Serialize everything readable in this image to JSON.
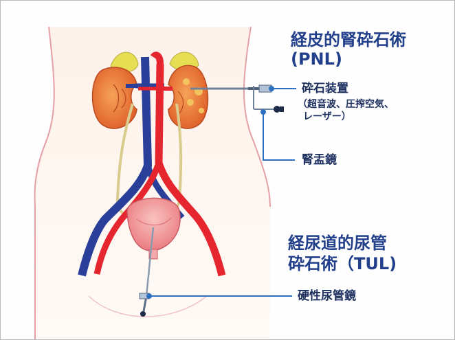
{
  "pnl": {
    "title": "経皮的腎砕石術",
    "abbr": "(PNL)",
    "device_label": "砕石装置",
    "device_types_line1": "（超音波、圧搾空気、",
    "device_types_line2": "レーザー）",
    "scope_label": "腎盂鏡"
  },
  "tul": {
    "title_line1": "経尿道的尿管",
    "title_line2": "砕石術（TUL)",
    "scope_label": "硬性尿管鏡"
  },
  "colors": {
    "label_text": "#213f8a",
    "leader_line": "#2c6fc0",
    "kidney": "#e96f3a",
    "artery": "#e5262e",
    "vein": "#2a3f9a",
    "bladder": "#f08f92",
    "ureter": "#d9cc8e",
    "adrenal": "#e7df53",
    "body_outline": "#e5a0a6"
  }
}
